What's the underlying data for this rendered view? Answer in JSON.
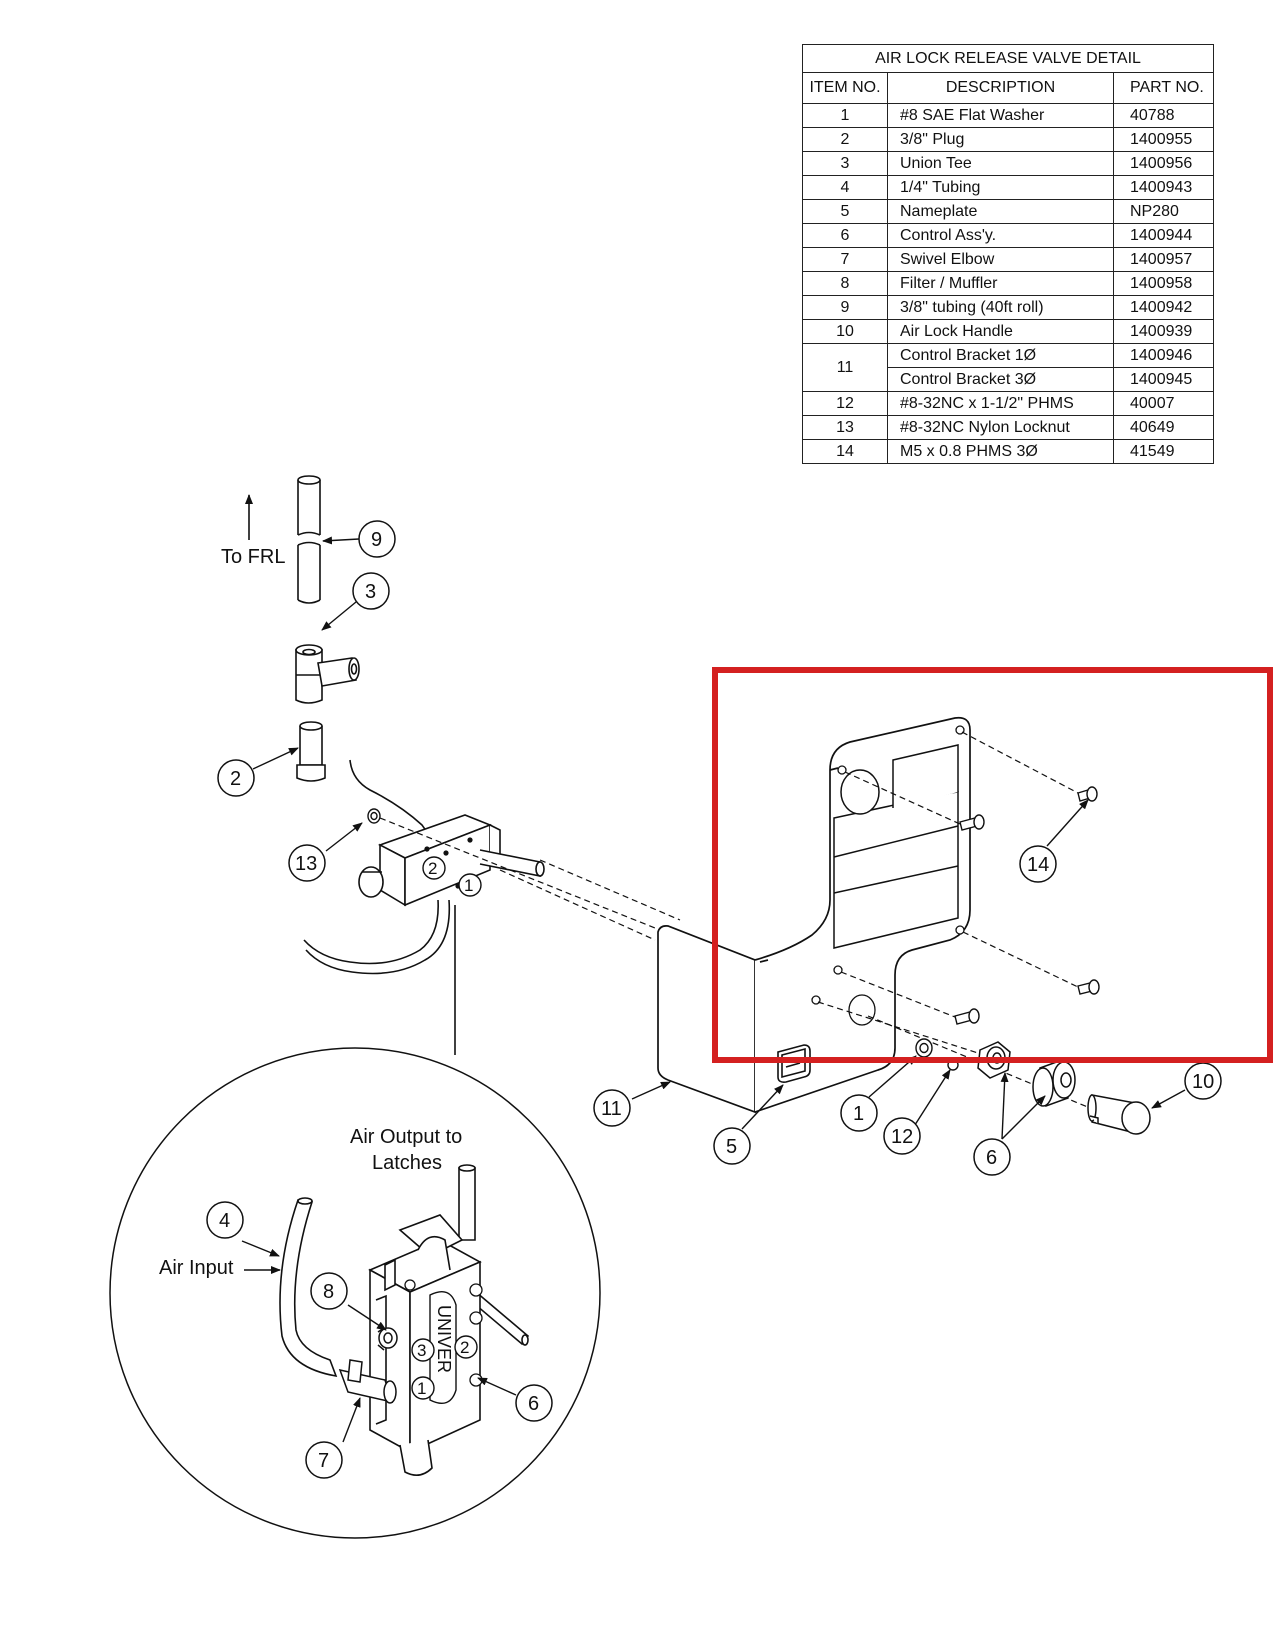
{
  "table": {
    "title": "AIR LOCK RELEASE VALVE DETAIL",
    "headers": {
      "item": "ITEM  NO.",
      "description": "DESCRIPTION",
      "part": "PART  NO."
    },
    "rows": [
      {
        "item": "1",
        "description": "#8 SAE Flat Washer",
        "part": "40788"
      },
      {
        "item": "2",
        "description": "3/8\" Plug",
        "part": "1400955"
      },
      {
        "item": "3",
        "description": "Union Tee",
        "part": "1400956"
      },
      {
        "item": "4",
        "description": "1/4\" Tubing",
        "part": "1400943"
      },
      {
        "item": "5",
        "description": "Nameplate",
        "part": "NP280"
      },
      {
        "item": "6",
        "description": "Control Ass'y.",
        "part": "1400944"
      },
      {
        "item": "7",
        "description": "Swivel Elbow",
        "part": "1400957"
      },
      {
        "item": "8",
        "description": "Filter / Muffler",
        "part": "1400958"
      },
      {
        "item": "9",
        "description": "3/8\" tubing (40ft roll)",
        "part": "1400942"
      },
      {
        "item": "10",
        "description": "Air Lock Handle",
        "part": "1400939"
      },
      {
        "item": "11",
        "description": "Control Bracket 1Ø",
        "part": "1400946"
      },
      {
        "item": "",
        "description": "Control Bracket 3Ø",
        "part": "1400945"
      },
      {
        "item": "12",
        "description": "#8-32NC x 1-1/2\" PHMS",
        "part": "40007"
      },
      {
        "item": "13",
        "description": "#8-32NC Nylon Locknut",
        "part": "40649"
      },
      {
        "item": "14",
        "description": "M5 x 0.8 PHMS 3Ø",
        "part": "41549"
      }
    ]
  },
  "labels": {
    "to_frl": "To FRL",
    "air_output_line1": "Air Output to",
    "air_output_line2": "Latches",
    "air_input": "Air Input",
    "valve_brand": "UNIVER"
  },
  "callouts": {
    "c1": "1",
    "c2": "2",
    "c3": "3",
    "c4": "4",
    "c5": "5",
    "c6a": "6",
    "c6b": "6",
    "c7": "7",
    "c8": "8",
    "c9": "9",
    "c10": "10",
    "c11": "11",
    "c12": "12",
    "c13": "13",
    "c14": "14"
  },
  "ports": {
    "p1": "1",
    "p2": "2",
    "p3": "3"
  },
  "colors": {
    "line": "#111111",
    "highlight": "#d42020"
  }
}
